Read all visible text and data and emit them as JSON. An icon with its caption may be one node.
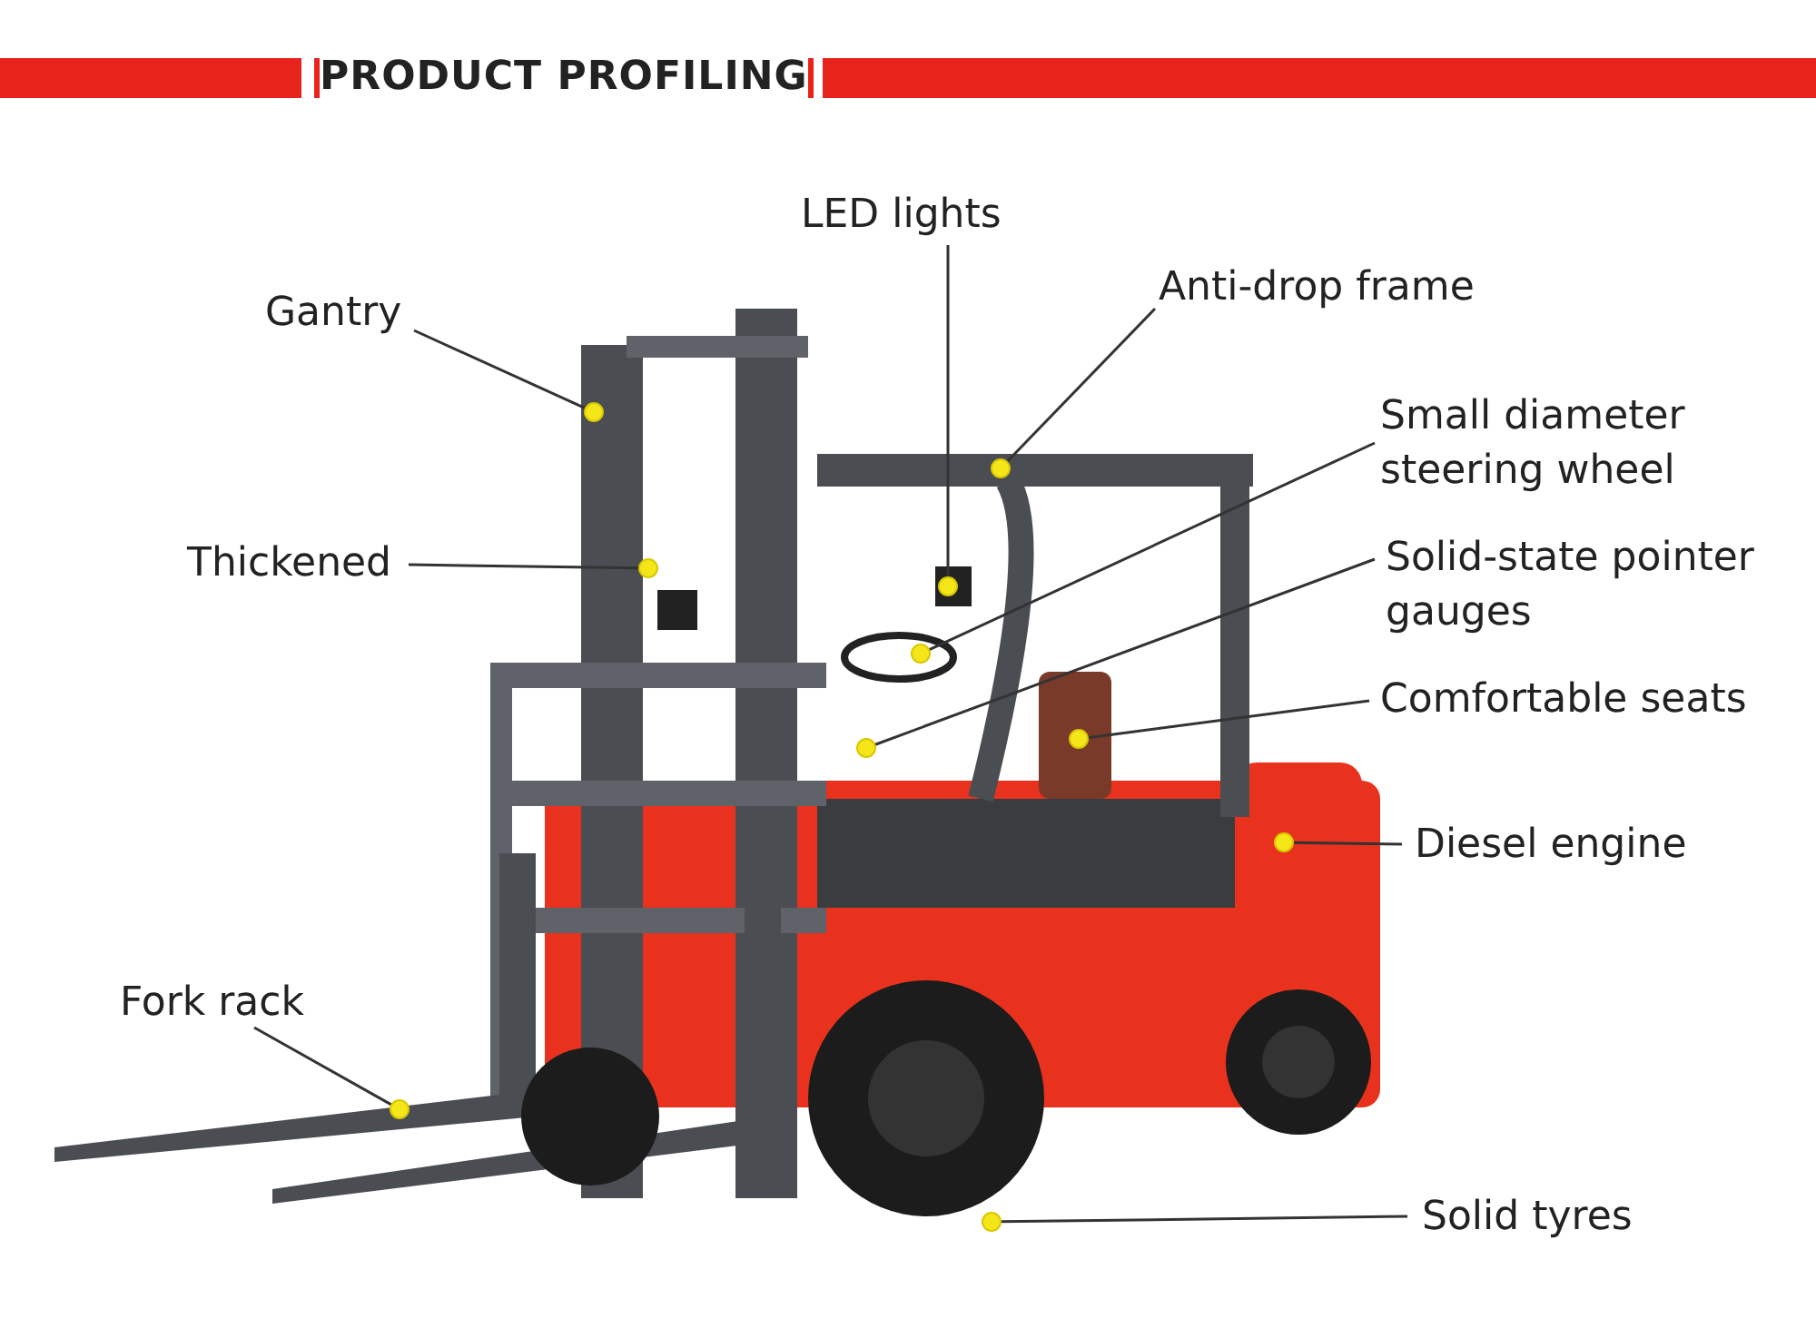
{
  "diagram": {
    "title": "PRODUCT PROFILING",
    "nodes": [
      {
        "text": [
          "LED lights"
        ]
      },
      {
        "text": [
          "Gantry"
        ]
      },
      {
        "text": [
          "Anti-drop frame"
        ]
      },
      {
        "text": [
          "Small diameter steering wheel"
        ]
      },
      {
        "text": [
          "Thickened"
        ]
      },
      {
        "text": [
          "Solid-state pointer gauges"
        ]
      },
      {
        "text": [
          "Comfortable seats"
        ]
      },
      {
        "text": [
          "Diesel engine"
        ]
      },
      {
        "text": [
          "Fork rack"
        ]
      },
      {
        "text": [
          "Solid tyres"
        ]
      },
      {
        "text": [],
        "shape": "circle"
      },
      {
        "text": [],
        "shape": "circle"
      },
      {
        "text": [],
        "shape": "circle"
      },
      {
        "text": [],
        "shape": "circle"
      },
      {
        "text": [],
        "shape": "circle"
      },
      {
        "text": [],
        "shape": "circle"
      },
      {
        "text": [],
        "shape": "circle"
      },
      {
        "text": [],
        "shape": "circle"
      },
      {
        "text": [],
        "shape": "circle"
      },
      {
        "text": [],
        "shape": "circle"
      }
    ],
    "edges": [
      {
        "from": 0,
        "to": 13,
        "arrow": "none"
      },
      {
        "from": 1,
        "to": 10,
        "arrow": "none"
      },
      {
        "from": 2,
        "to": 11,
        "arrow": "none"
      },
      {
        "from": 3,
        "to": 14,
        "arrow": "none"
      },
      {
        "from": 4,
        "to": 12,
        "arrow": "none"
      },
      {
        "from": 5,
        "to": 16,
        "arrow": "none"
      },
      {
        "from": 6,
        "to": 15,
        "arrow": "none"
      },
      {
        "from": 7,
        "to": 17,
        "arrow": "none"
      },
      {
        "from": 8,
        "to": 18,
        "arrow": "none"
      },
      {
        "from": 9,
        "to": 19,
        "arrow": "none"
      }
    ]
  }
}
